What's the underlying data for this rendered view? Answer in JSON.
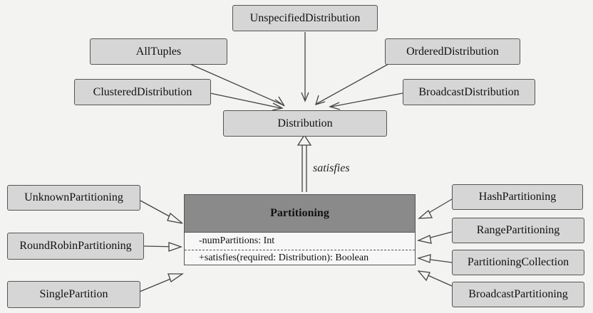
{
  "diagram": {
    "distribution": "Distribution",
    "sources": {
      "unspecified": "UnspecifiedDistribution",
      "all_tuples": "AllTuples",
      "ordered": "OrderedDistribution",
      "clustered": "ClusteredDistribution",
      "broadcast": "BroadcastDistribution"
    },
    "relation_label": "satisfies",
    "partitioning": {
      "name": "Partitioning",
      "attribute": "-numPartitions: Int",
      "operation": "+satisfies(required: Distribution): Boolean"
    },
    "left": {
      "unknown": "UnknownPartitioning",
      "round_robin": "RoundRobinPartitioning",
      "single": "SinglePartition"
    },
    "right": {
      "hash": "HashPartitioning",
      "range": "RangePartitioning",
      "collection": "PartitioningCollection",
      "broadcast": "BroadcastPartitioning"
    }
  }
}
